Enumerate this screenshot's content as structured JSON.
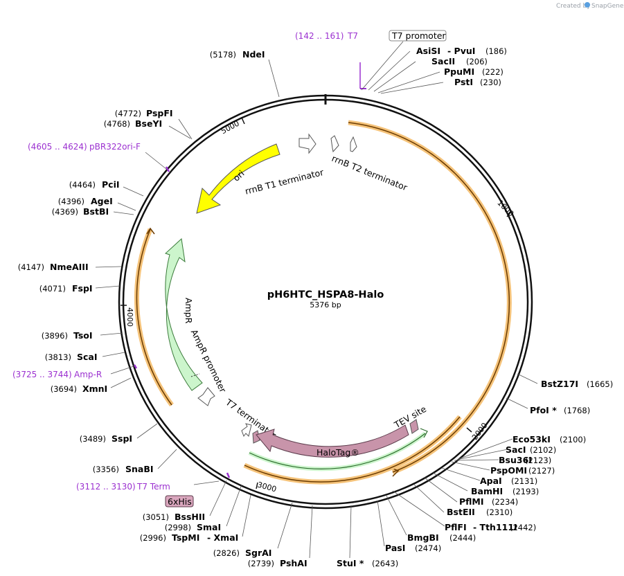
{
  "credit": "Created by",
  "brand": "SnapGene",
  "plasmid": {
    "name": "pH6HTC_HSPA8-Halo",
    "length_text": "5376 bp"
  },
  "scale_ticks": [
    "1000",
    "2000",
    "3000",
    "4000",
    "5000"
  ],
  "enzymes": [
    {
      "name": "NdeI",
      "pos": "(5178)"
    },
    {
      "name": "AsiSI",
      "sep": "-",
      "name2": "PvuI",
      "pos": "(186)"
    },
    {
      "name": "SacII",
      "pos": "(206)"
    },
    {
      "name": "PpuMI",
      "pos": "(222)"
    },
    {
      "name": "PstI",
      "pos": "(230)"
    },
    {
      "name": "PspFI",
      "pos": "(4772)"
    },
    {
      "name": "BseYI",
      "pos": "(4768)"
    },
    {
      "name": "PciI",
      "pos": "(4464)"
    },
    {
      "name": "AgeI",
      "pos": "(4396)"
    },
    {
      "name": "BstBI",
      "pos": "(4369)"
    },
    {
      "name": "NmeAIII",
      "pos": "(4147)"
    },
    {
      "name": "FspI",
      "pos": "(4071)"
    },
    {
      "name": "TsoI",
      "pos": "(3896)"
    },
    {
      "name": "ScaI",
      "pos": "(3813)"
    },
    {
      "name": "XmnI",
      "pos": "(3694)"
    },
    {
      "name": "SspI",
      "pos": "(3489)"
    },
    {
      "name": "SnaBI",
      "pos": "(3356)"
    },
    {
      "name": "BssHII",
      "pos": "(3051)"
    },
    {
      "name": "SmaI",
      "pos": "(2998)"
    },
    {
      "name": "TspMI",
      "sep": "-",
      "name2": "XmaI",
      "pos": "(2996)"
    },
    {
      "name": "SgrAI",
      "pos": "(2826)"
    },
    {
      "name": "PshAI",
      "pos": "(2739)"
    },
    {
      "name": "StuI *",
      "pos": "(2643)"
    },
    {
      "name": "PasI",
      "pos": "(2474)"
    },
    {
      "name": "BmgBI",
      "pos": "(2444)"
    },
    {
      "name": "PflFI",
      "sep": "-",
      "name2": "Tth111I",
      "pos": "(2442)"
    },
    {
      "name": "BstEII",
      "pos": "(2310)"
    },
    {
      "name": "PflMI",
      "pos": "(2234)"
    },
    {
      "name": "BamHI",
      "pos": "(2193)"
    },
    {
      "name": "ApaI",
      "pos": "(2131)"
    },
    {
      "name": "PspOMI",
      "pos": "(2127)"
    },
    {
      "name": "Bsu36I",
      "pos": "(2123)"
    },
    {
      "name": "SacI",
      "pos": "(2102)"
    },
    {
      "name": "Eco53kI",
      "pos": "(2100)"
    },
    {
      "name": "PfoI *",
      "pos": "(1768)"
    },
    {
      "name": "BstZ17I",
      "pos": "(1665)"
    }
  ],
  "primers": [
    {
      "range": "(142 .. 161)",
      "name": "T7"
    },
    {
      "range": "(4605 .. 4624)",
      "name": "pBR322ori-F"
    },
    {
      "range": "(3725 .. 3744)",
      "name": "Amp-R"
    },
    {
      "range": "(3112 .. 3130)",
      "name": "T7 Term"
    }
  ],
  "boxed_features": [
    "T7 promoter",
    "6xHis"
  ],
  "features": [
    "ori",
    "rrnB T1 terminator",
    "rrnB T2 terminator",
    "AmpR",
    "AmpR promoter",
    "T7 terminator",
    "TEV site",
    "HaloTag®"
  ],
  "colors": {
    "primer": "#9b30d0",
    "ori": "#ffff00",
    "ampr": "#ccf5cc",
    "halotag": "#c894aa",
    "orf": "#f5c37a",
    "hexhis_box": "#d9a6bd"
  }
}
